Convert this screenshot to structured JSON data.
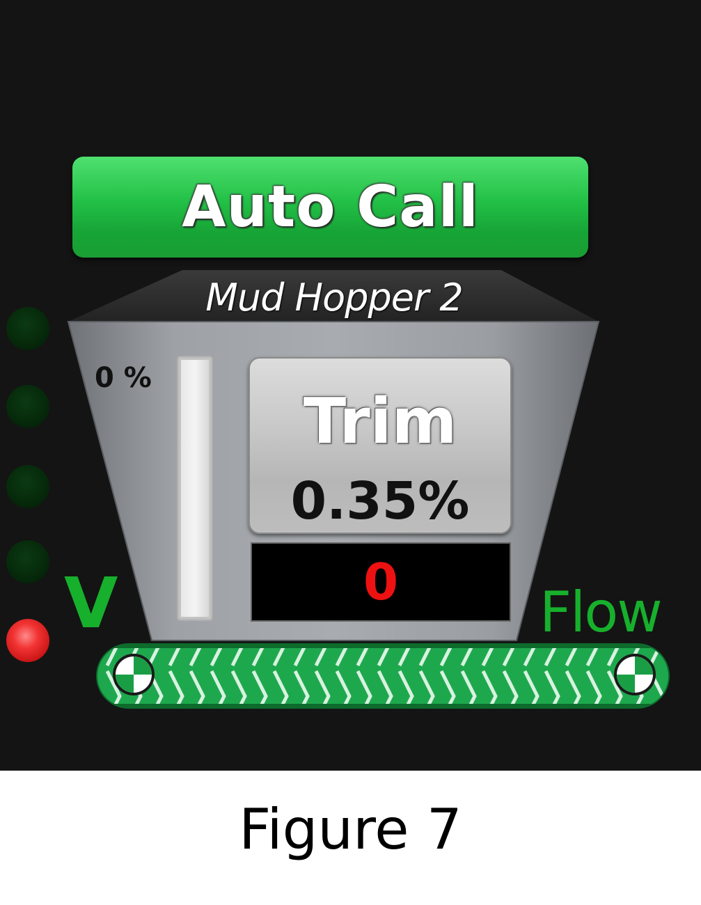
{
  "auto_call": {
    "label": "Auto Call"
  },
  "hopper": {
    "name": "Mud Hopper 2"
  },
  "level": {
    "label": "0 %",
    "percent": 0
  },
  "trim": {
    "label": "Trim",
    "value": "0.35%"
  },
  "counter": {
    "value": "0"
  },
  "conveyor": {
    "label": "Flow",
    "valve_label": "V"
  },
  "status_leds": [
    {
      "name": "status-led-1",
      "state": "off"
    },
    {
      "name": "status-led-2",
      "state": "off"
    },
    {
      "name": "status-led-3",
      "state": "off"
    },
    {
      "name": "status-led-4",
      "state": "off"
    },
    {
      "name": "status-led-5",
      "state": "on"
    }
  ],
  "colors": {
    "accent_green": "#1ec23f",
    "alarm_red": "#e52222",
    "panel_bg": "#141414"
  },
  "caption": "Figure 7"
}
